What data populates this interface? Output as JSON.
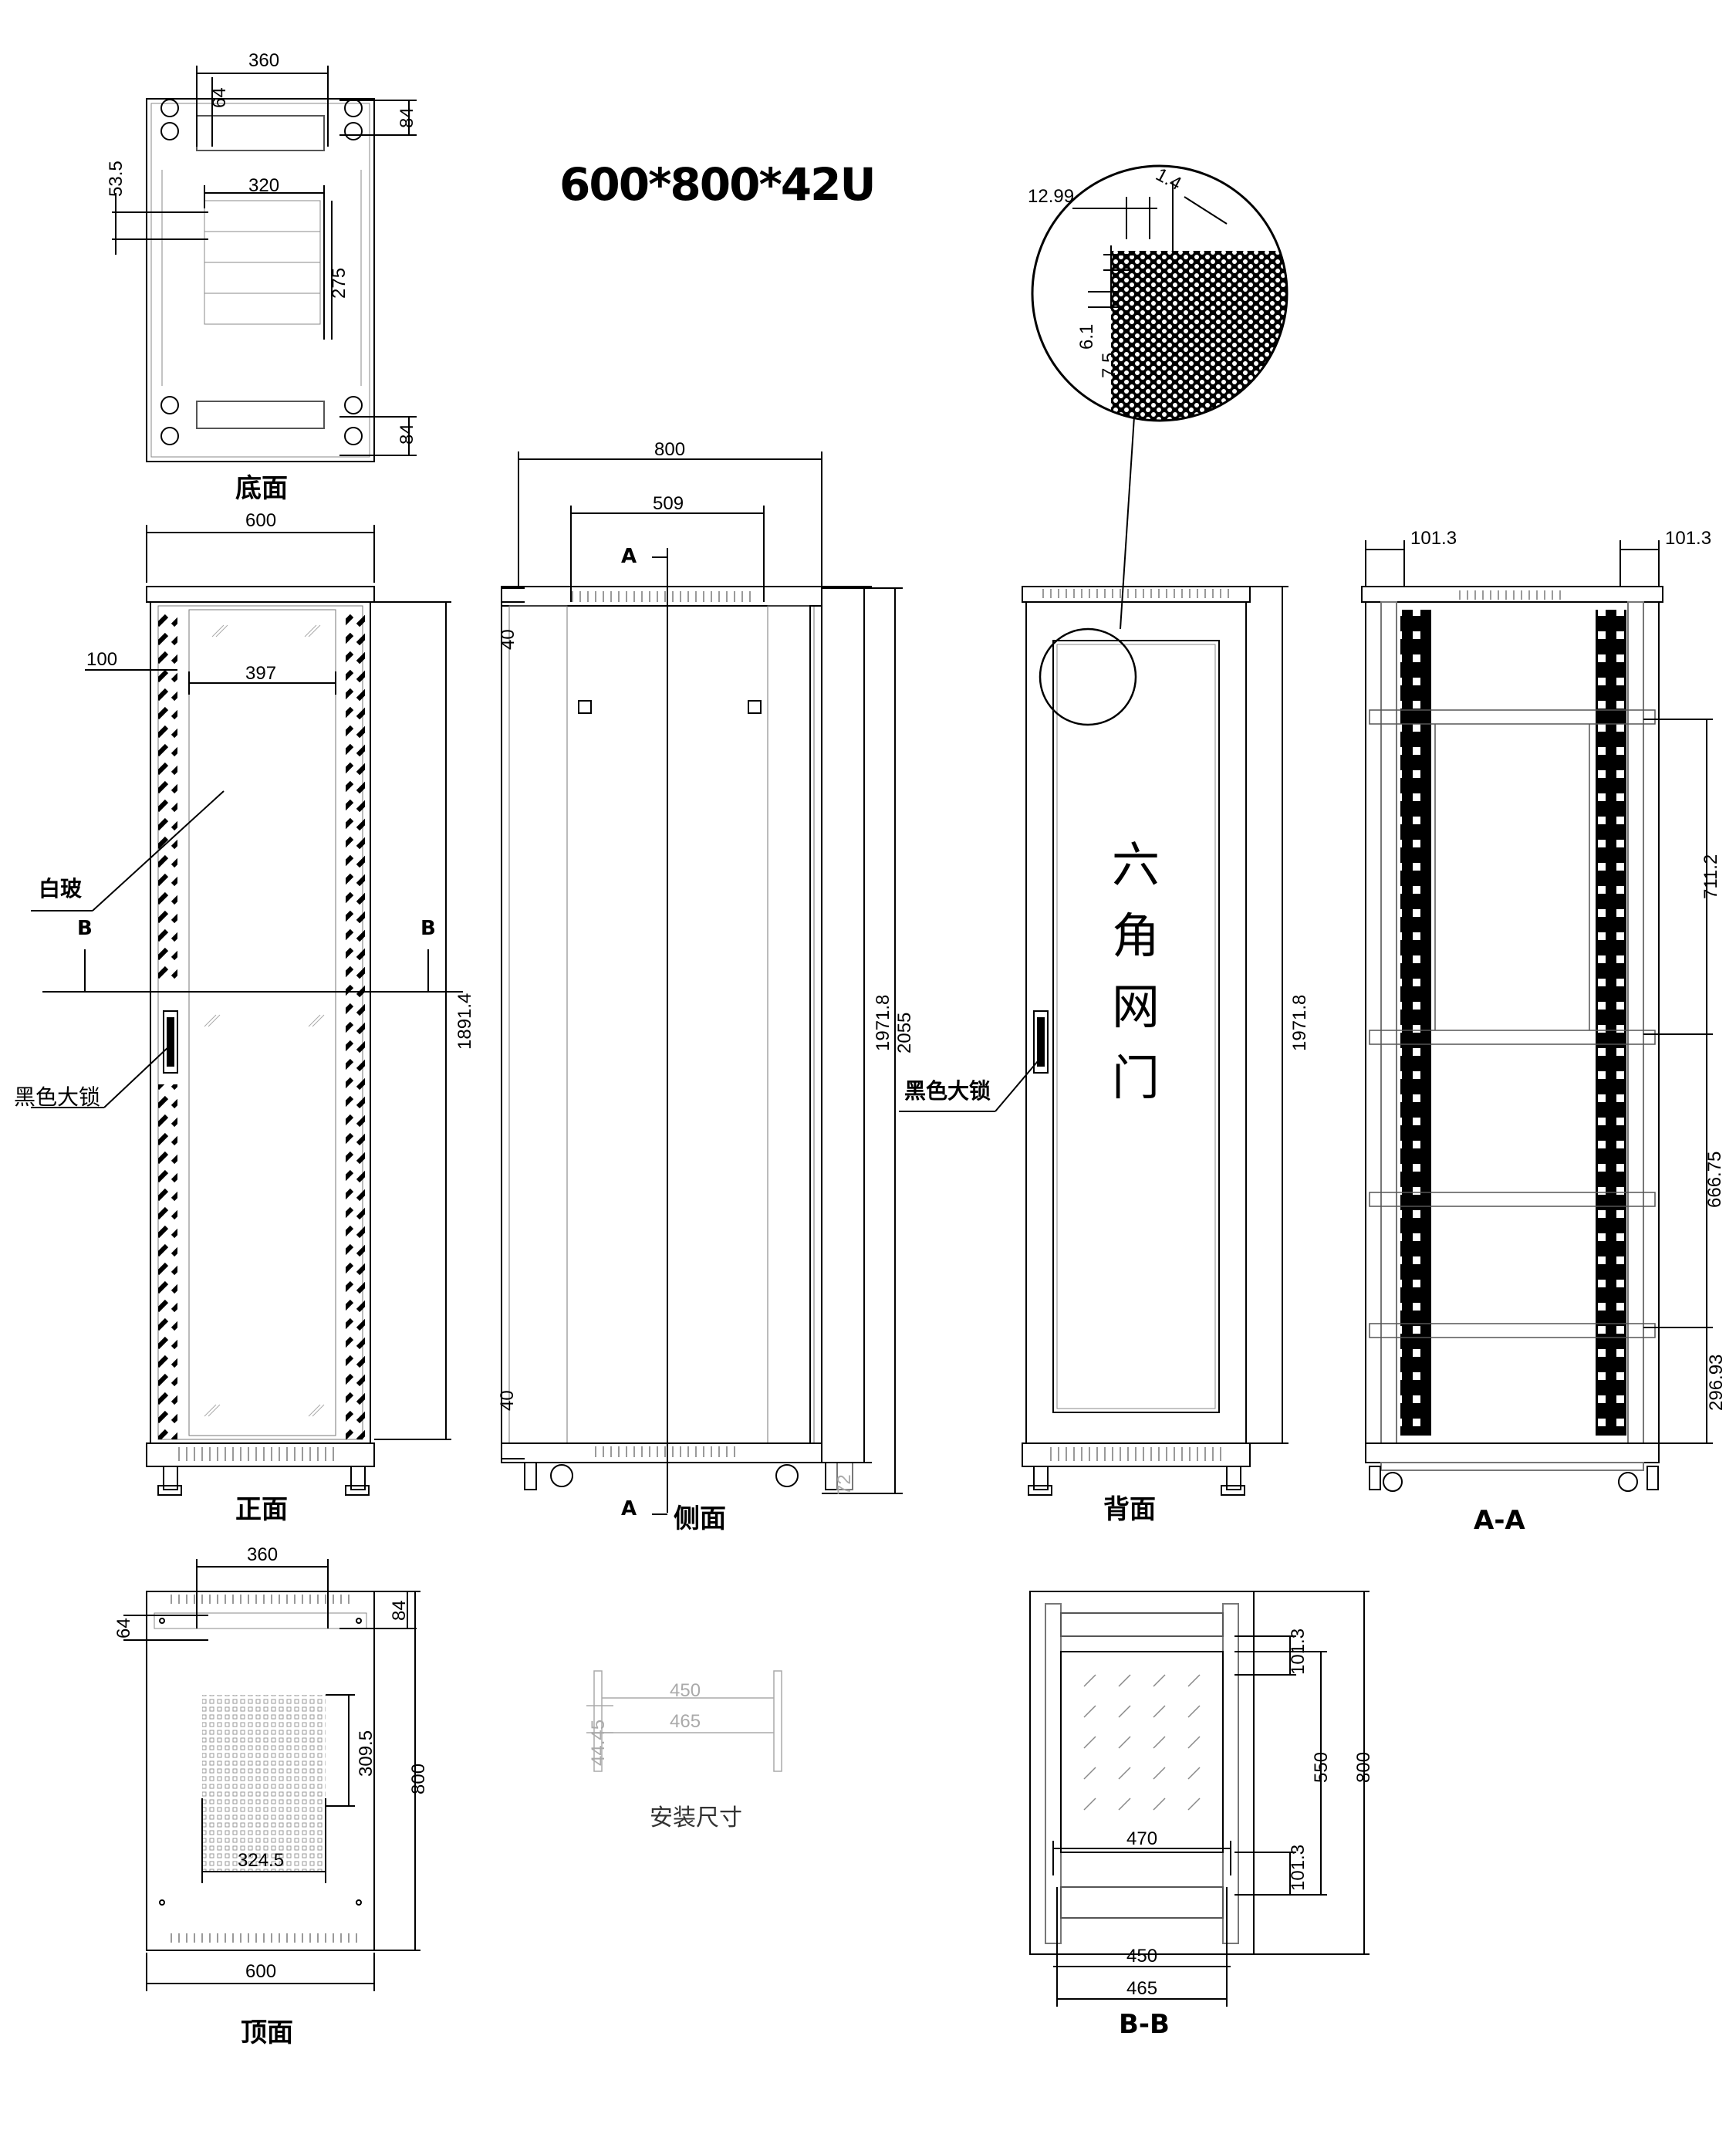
{
  "title": "600*800*42U",
  "views": {
    "bottom": "底面",
    "front": "正面",
    "side": "侧面",
    "back": "背面",
    "section_aa": "A-A",
    "top": "顶面",
    "section_bb": "B-B"
  },
  "notes": {
    "glass": "白玻",
    "lock_front": "黑色大锁",
    "lock_side": "黑色大锁",
    "mesh_door": [
      "六",
      "角",
      "网",
      "门"
    ],
    "install_size": "安装尺寸",
    "section_b": "B",
    "section_a": "A"
  },
  "dims": {
    "bottom": {
      "w360": "360",
      "d64": "64",
      "d84a": "84",
      "d53": "53.5",
      "w320": "320",
      "h275": "275",
      "d84b": "84"
    },
    "front": {
      "w600": "600",
      "d100": "100",
      "w397": "397",
      "h1891": "1891.4"
    },
    "side": {
      "w800": "800",
      "w509": "509",
      "d40a": "40",
      "d40b": "40",
      "h1971": "1971.8",
      "h2055": "2055",
      "d72": "72"
    },
    "back": {
      "h1971": "1971.8"
    },
    "detail": {
      "d12": "12.99",
      "d14": "1.4",
      "d61": "6.1",
      "d75": "7.5"
    },
    "aa": {
      "d101a": "101.3",
      "d101b": "101.3",
      "h711": "711.2",
      "h666": "666.75",
      "h296": "296.93"
    },
    "top": {
      "w360": "360",
      "d64": "64",
      "d84": "84",
      "h309": "309.5",
      "w324": "324.5",
      "d800": "800",
      "w600": "600"
    },
    "install": {
      "w450": "450",
      "w465": "465",
      "h44": "44.45"
    },
    "bb": {
      "d101a": "101.3",
      "d550": "550",
      "d800": "800",
      "w470": "470",
      "d101b": "101.3",
      "w450": "450",
      "w465": "465"
    }
  }
}
